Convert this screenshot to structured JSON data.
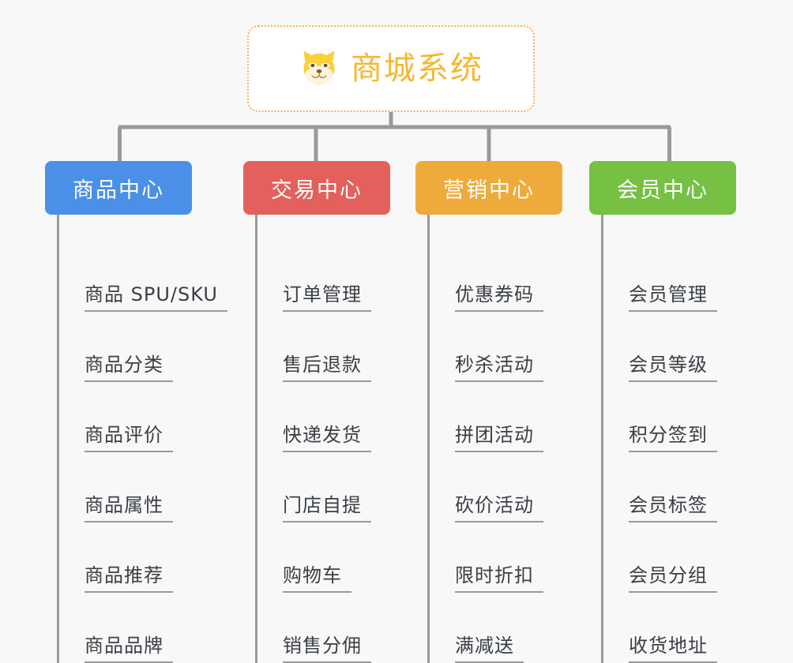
{
  "page": {
    "background_color": "#f8f8f8",
    "line_color": "#9a9a9a"
  },
  "root": {
    "title": "商城系统",
    "icon": "shiba-dog-face-icon",
    "text_color": "#f5b731",
    "border_color": "#f0b44a",
    "background_color": "#ffffff"
  },
  "branches": [
    {
      "label": "商品中心",
      "color": "#4a90e8",
      "items": [
        "商品 SPU/SKU",
        "商品分类",
        "商品评价",
        "商品属性",
        "商品推荐",
        "商品品牌"
      ]
    },
    {
      "label": "交易中心",
      "color": "#e4605c",
      "items": [
        "订单管理",
        "售后退款",
        "快递发货",
        "门店自提",
        "购物车",
        "销售分佣"
      ]
    },
    {
      "label": "营销中心",
      "color": "#eeab3c",
      "items": [
        "优惠券码",
        "秒杀活动",
        "拼团活动",
        "砍价活动",
        "限时折扣",
        "满减送"
      ]
    },
    {
      "label": "会员中心",
      "color": "#76c043",
      "items": [
        "会员管理",
        "会员等级",
        "积分签到",
        "会员标签",
        "会员分组",
        "收货地址"
      ]
    }
  ]
}
